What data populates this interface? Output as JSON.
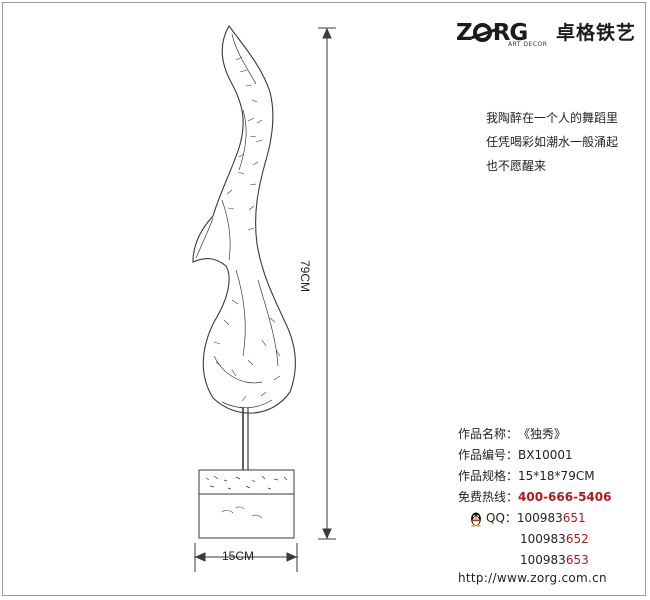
{
  "brand": {
    "logo_word_left": "Z",
    "logo_word_right": "RG",
    "logo_sub": "ART DECOR",
    "logo_cn": "卓格铁艺"
  },
  "poem": [
    "我陶醉在一个人的舞蹈里",
    "任凭喝彩如潮水一般涌起",
    "也不愿醒来"
  ],
  "dimensions": {
    "height": "79CM",
    "width": "15CM"
  },
  "specs": {
    "name_label": "作品名称：",
    "name_value": "《独秀》",
    "code_label": "作品编号：",
    "code_value": "BX10001",
    "size_label": "作品规格：",
    "size_value": "15*18*79CM",
    "hotline_label": "免费热线：",
    "hotline_value": "400-666-5406",
    "qq_label": "QQ：",
    "qq_numbers": [
      {
        "prefix": "100983",
        "suffix": "651"
      },
      {
        "prefix": "100983",
        "suffix": "652"
      },
      {
        "prefix": "100983",
        "suffix": "653"
      }
    ]
  },
  "website": "http://www.zorg.com.cn",
  "colors": {
    "accent_red": "#b8161b",
    "text": "#222222",
    "sketch_line": "#3a3a3a"
  },
  "icons": {
    "qq": "penguin-icon"
  }
}
